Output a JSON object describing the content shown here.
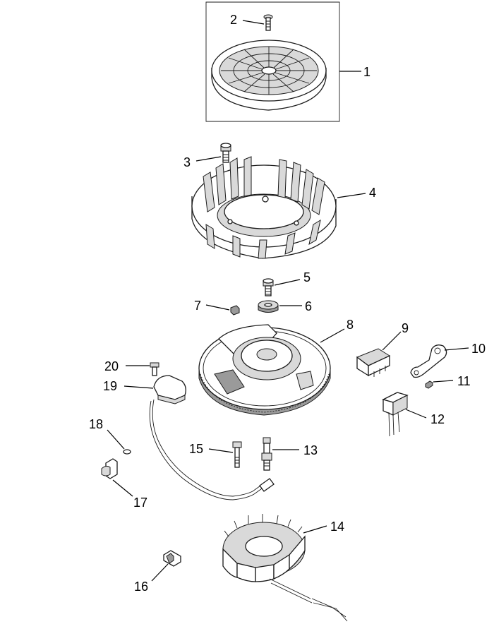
{
  "callouts": [
    {
      "id": "1",
      "text": "1"
    },
    {
      "id": "2",
      "text": "2"
    },
    {
      "id": "3",
      "text": "3"
    },
    {
      "id": "4",
      "text": "4"
    },
    {
      "id": "5",
      "text": "5"
    },
    {
      "id": "6",
      "text": "6"
    },
    {
      "id": "7",
      "text": "7"
    },
    {
      "id": "8",
      "text": "8"
    },
    {
      "id": "9",
      "text": "9"
    },
    {
      "id": "10",
      "text": "10"
    },
    {
      "id": "11",
      "text": "11"
    },
    {
      "id": "12",
      "text": "12"
    },
    {
      "id": "13",
      "text": "13"
    },
    {
      "id": "14",
      "text": "14"
    },
    {
      "id": "15",
      "text": "15"
    },
    {
      "id": "16",
      "text": "16"
    },
    {
      "id": "17",
      "text": "17"
    },
    {
      "id": "18",
      "text": "18"
    },
    {
      "id": "19",
      "text": "19"
    },
    {
      "id": "20",
      "text": "20"
    }
  ]
}
